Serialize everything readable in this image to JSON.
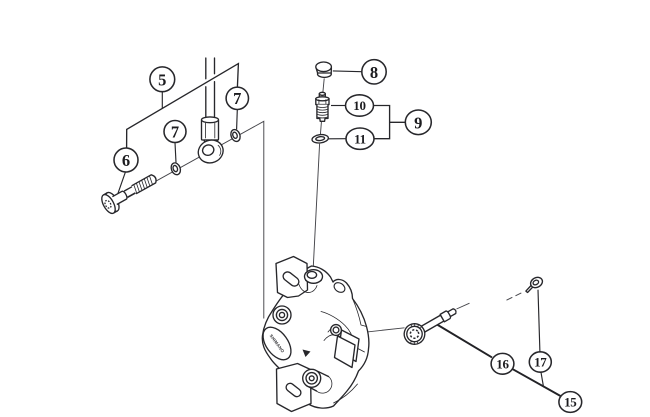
{
  "diagram": {
    "background_color": "#ffffff",
    "line_color": "#27272b",
    "logo_text": "SHIMANO",
    "callouts": {
      "c5": "5",
      "c6": "6",
      "c7a": "7",
      "c7b": "7",
      "c8": "8",
      "c9": "9",
      "c10": "10",
      "c11": "11",
      "c15": "15",
      "c16": "16",
      "c17": "17"
    }
  }
}
